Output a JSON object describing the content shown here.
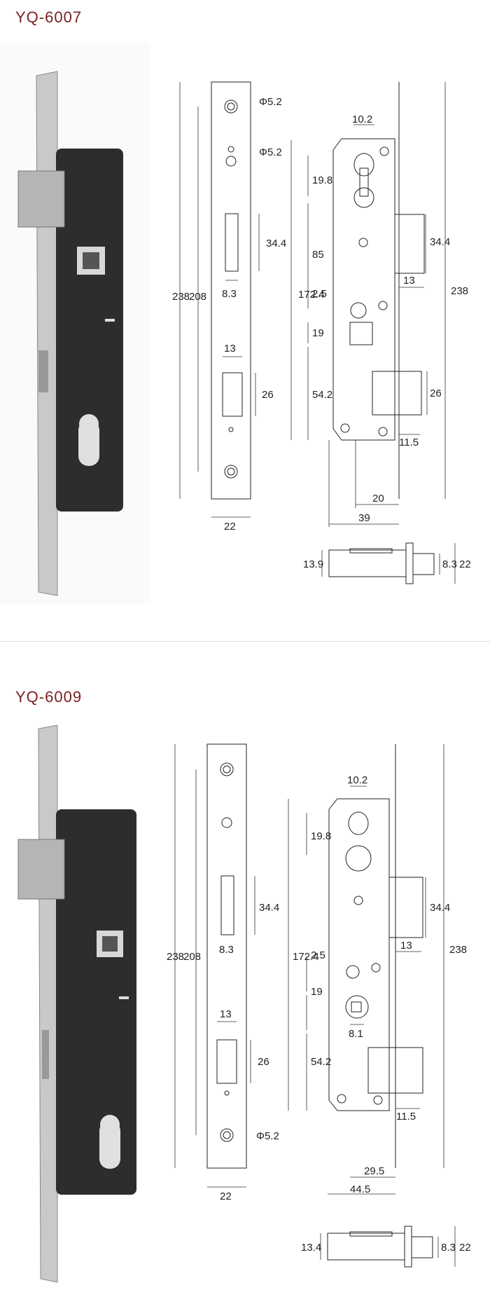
{
  "colors": {
    "title": "#7a1f1f",
    "line": "#222222",
    "lock_body": "#2a2a2a",
    "faceplate": "#c8c8c8"
  },
  "products": [
    {
      "title": "YQ-6007",
      "faceplate_dims": {
        "height": "238",
        "hole_span": "208",
        "hole_dia": "Φ5.2",
        "hole_dia2": "Φ5.2",
        "latch_h": "34.4",
        "latch_w": "8.3",
        "bolt_w": "13",
        "bolt_h": "26",
        "width": "22"
      },
      "body_dims": {
        "cyl_w": "10.2",
        "cyl_h": "19.8",
        "spindle_span": "85",
        "body_h": "172.4",
        "spacing": "2.5",
        "gap": "19",
        "lower": "54.2",
        "latch_h": "34.4",
        "latch_w": "13",
        "bolt_h": "26",
        "bolt_off": "11.5",
        "backset": "20",
        "depth": "39",
        "total": "238"
      },
      "end_dims": {
        "thick": "13.9",
        "inner": "8.3",
        "width": "22"
      }
    },
    {
      "title": "YQ-6009",
      "faceplate_dims": {
        "height": "238",
        "hole_span": "208",
        "hole_dia": "Φ5.2",
        "latch_h": "34.4",
        "latch_w": "8.3",
        "bolt_w": "13",
        "bolt_h": "26",
        "width": "22"
      },
      "body_dims": {
        "cyl_w": "10.2",
        "cyl_h": "19.8",
        "body_h": "172.4",
        "spacing": "2.5",
        "gap": "19",
        "spindle": "8.1",
        "lower": "54.2",
        "latch_h": "34.4",
        "latch_w": "13",
        "bolt_off": "11.5",
        "backset": "29.5",
        "depth": "44.5",
        "total": "238"
      },
      "end_dims": {
        "thick": "13.4",
        "inner": "8.3",
        "width": "22"
      }
    }
  ]
}
